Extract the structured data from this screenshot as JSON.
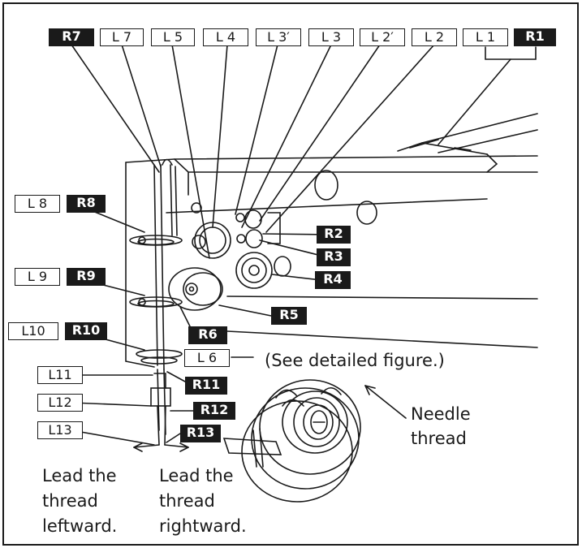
{
  "labels": {
    "R7": "R7",
    "L7": "L 7",
    "L5": "L 5",
    "L4": "L 4",
    "L3p": "L 3′",
    "L3": "L 3",
    "L2p": "L 2′",
    "L2": "L 2",
    "L1": "L 1",
    "R1": "R1",
    "L8": "L 8",
    "R8": "R8",
    "R2": "R2",
    "R3": "R3",
    "L9": "L 9",
    "R9": "R9",
    "R4": "R4",
    "R5": "R5",
    "L10": "L10",
    "R10": "R10",
    "R6": "R6",
    "L6": "L 6",
    "L11": "L11",
    "R11": "R11",
    "L12": "L12",
    "R12": "R12",
    "L13": "L13",
    "R13": "R13"
  },
  "captions": {
    "see_detail": "(See detailed figure.)",
    "needle_thread_1": "Needle",
    "needle_thread_2": "thread",
    "left_1": "Lead the",
    "left_2": "thread",
    "left_3": "leftward.",
    "right_1": "Lead the",
    "right_2": "thread",
    "right_3": "rightward."
  }
}
